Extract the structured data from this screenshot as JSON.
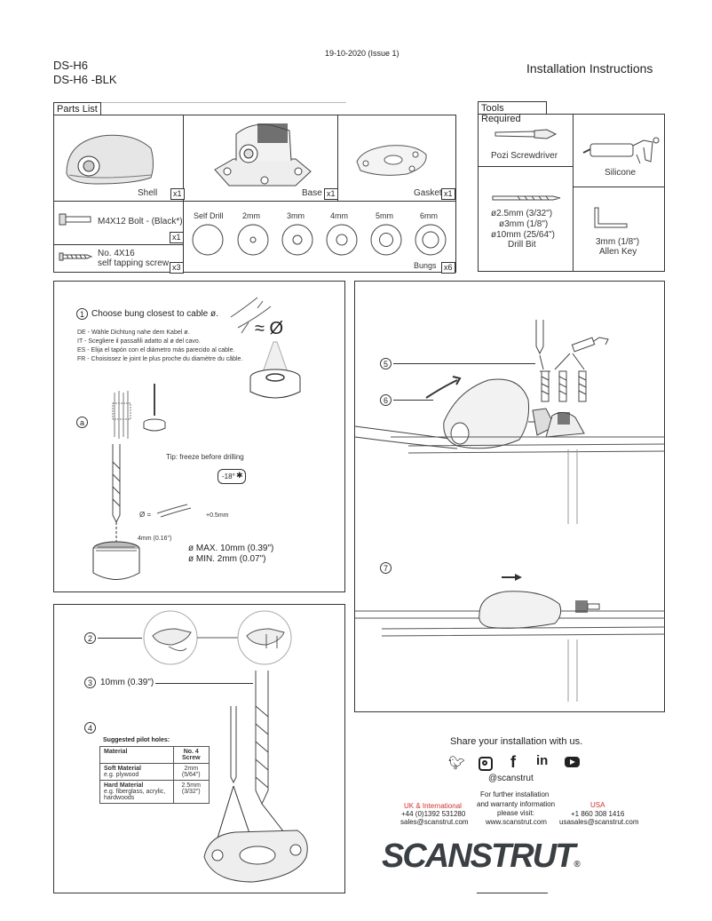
{
  "header": {
    "date_issue": "19-10-2020 (Issue 1)",
    "model_1": "DS-H6",
    "model_2": "DS-H6 -BLK",
    "doc_title": "Installation Instructions"
  },
  "parts_list": {
    "title": "Parts List",
    "shell": {
      "label": "Shell",
      "qty": "x1"
    },
    "base": {
      "label": "Base",
      "qty": "x1"
    },
    "gasket": {
      "label": "Gasket",
      "qty": "x1"
    },
    "bolt": {
      "label": "M4X12 Bolt - (Black*)",
      "qty": "x1"
    },
    "screw": {
      "label_1": "No. 4X16",
      "label_2": "self tapping screw",
      "qty": "x3"
    },
    "bungs": {
      "sizes": [
        "Self Drill",
        "2mm",
        "3mm",
        "4mm",
        "5mm",
        "6mm"
      ],
      "label": "Bungs",
      "qty": "x6"
    }
  },
  "tools": {
    "title": "Tools Required",
    "screwdriver": "Pozi Screwdriver",
    "silicone": "Silicone",
    "drill_bit": {
      "sizes": [
        "ø2.5mm (3/32\")",
        "ø3mm (1/8\")",
        "ø10mm (25/64\")"
      ],
      "label": "Drill Bit"
    },
    "allen_key": {
      "size": "3mm (1/8\")",
      "label": "Allen Key"
    }
  },
  "step1": {
    "number": "1",
    "text": "Choose bung closest to cable ø.",
    "approx": "≈ Ø",
    "translations": [
      "DE - Wähle Dichtung nahe dem Kabel ø.",
      "IT - Scegliere il passafili adatto al ø del cavo.",
      "ES - Elija el tapón con el diámetro más parecido al cable.",
      "FR - Choisissez le joint le plus proche du diamètre du câble."
    ],
    "sub": "a",
    "tip": "Tip: freeze before drilling",
    "temp": "-18°",
    "dia_eq": "Ø =",
    "tol": "+0.5mm",
    "depth": "4mm (0.16\")",
    "max": "ø MAX. 10mm (0.39\")",
    "min": "ø MIN. 2mm (0.07\")"
  },
  "step2": {
    "number": "2"
  },
  "step3": {
    "number": "3",
    "text": "10mm (0.39\")"
  },
  "step4": {
    "number": "4",
    "table_title": "Suggested pilot holes:",
    "col_material": "Material",
    "col_screw": "No. 4 Screw",
    "rows": [
      {
        "material": "Soft Material",
        "example": "e.g. plywood",
        "size": "2mm",
        "imperial": "(5/64\")"
      },
      {
        "material": "Hard Material",
        "example": "e.g. fiberglass, acrylic, hardwoods",
        "size": "2.5mm",
        "imperial": "(3/32\")"
      }
    ]
  },
  "step5": {
    "number": "5"
  },
  "step6": {
    "number": "6"
  },
  "step7": {
    "number": "7"
  },
  "share": {
    "title": "Share your installation with us.",
    "handle": "@scanstrut",
    "icons": [
      "twitter-icon",
      "instagram-icon",
      "facebook-icon",
      "linkedin-icon",
      "youtube-icon"
    ],
    "further": [
      "For further installation",
      "and warranty information",
      "please visit:",
      "www.scanstrut.com"
    ],
    "uk": {
      "region": "UK & International",
      "phone": "+44 (0)1392 531280",
      "email": "sales@scanstrut.com"
    },
    "usa": {
      "region": "USA",
      "phone": "+1 860 308 1416",
      "email": "usasales@scanstrut.com"
    },
    "brand": "SCANSTRUT",
    "accent": "#d32f2f",
    "brand_color": "#3a3f44"
  }
}
